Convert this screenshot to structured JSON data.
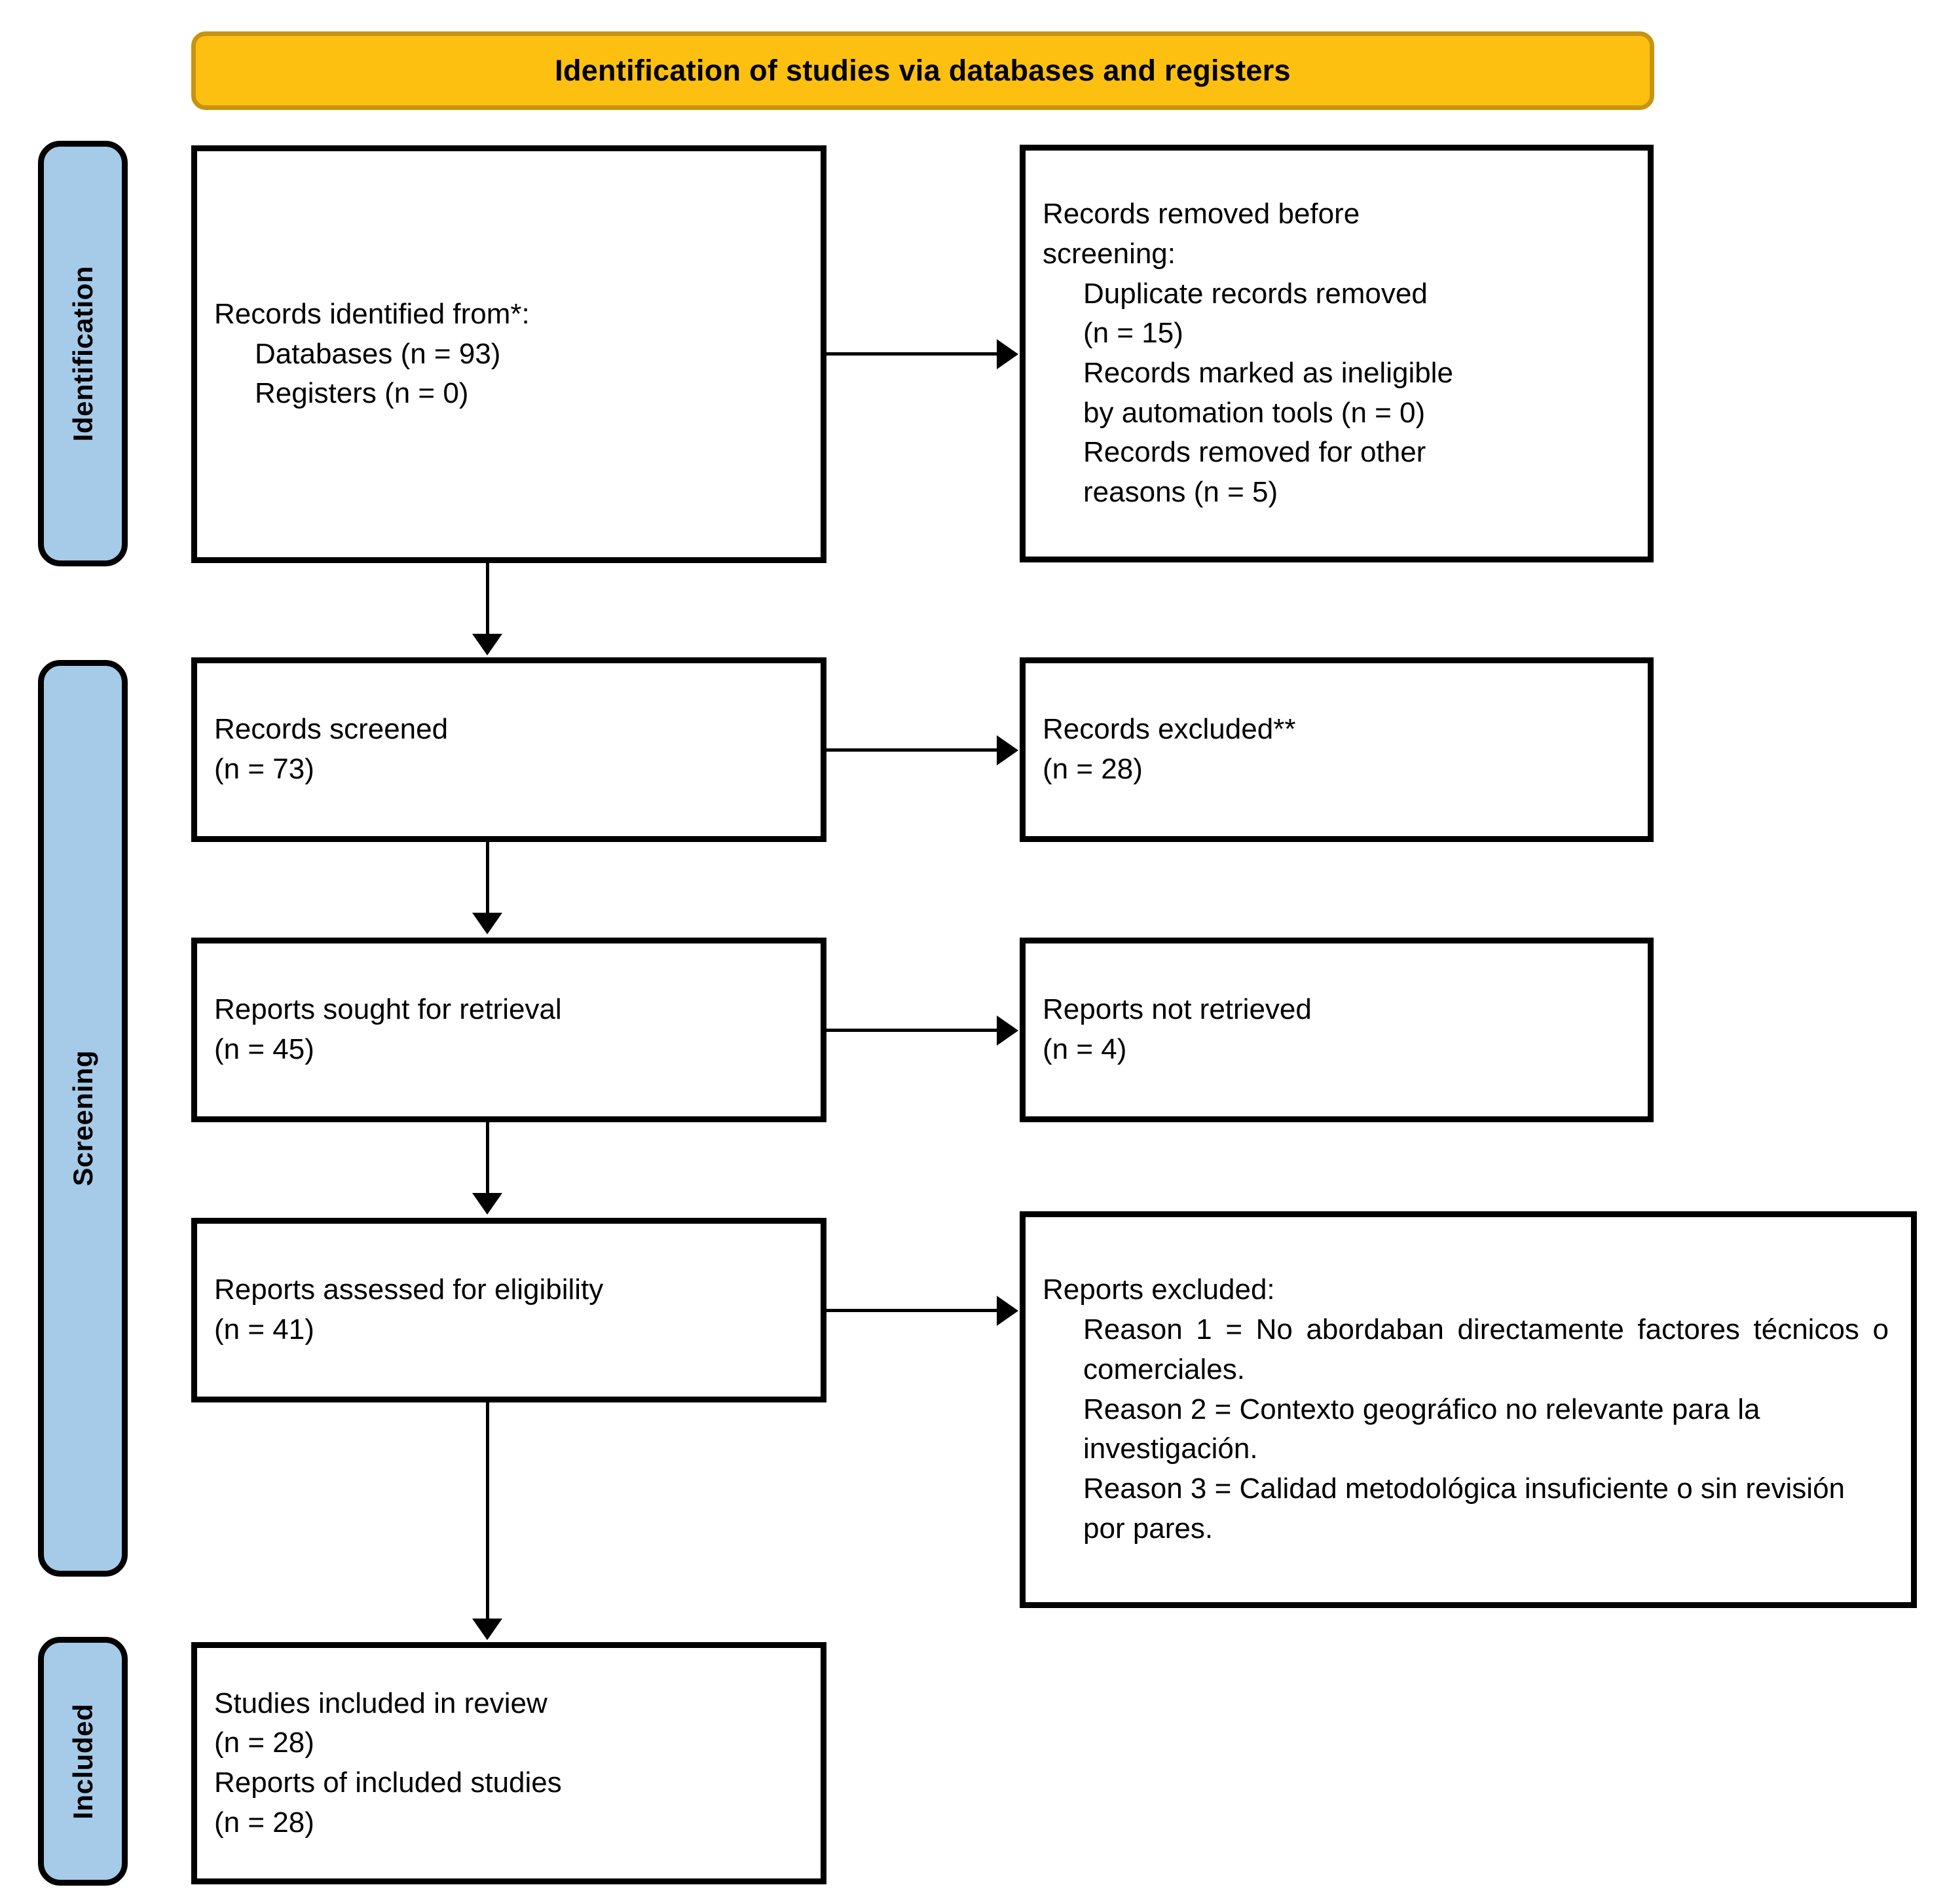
{
  "header": {
    "title": "Identification of studies via databases and registers",
    "fill_color": "#FDC010",
    "border_color": "#C79411"
  },
  "stages": [
    {
      "key": "identification",
      "label": "Identification",
      "fill_color": "#A6CBE9"
    },
    {
      "key": "screening",
      "label": "Screening",
      "fill_color": "#A6CBE9"
    },
    {
      "key": "included",
      "label": "Included",
      "fill_color": "#A6CBE9"
    }
  ],
  "boxes": {
    "records_identified": {
      "line1": "Records identified from*:",
      "line2": "Databases (n = 93)",
      "line3": "Registers (n = 0)"
    },
    "records_removed": {
      "line1": "Records removed before",
      "line2": "screening:",
      "line3": "Duplicate records removed",
      "line4": "(n = 15)",
      "line5": "Records marked as ineligible",
      "line6": "by automation tools (n = 0)",
      "line7": "Records removed for other",
      "line8": "reasons (n = 5)"
    },
    "records_screened": {
      "line1": "Records screened",
      "line2": "(n = 73)"
    },
    "records_excluded": {
      "line1": "Records excluded**",
      "line2": "(n = 28)"
    },
    "reports_sought": {
      "line1": "Reports sought for retrieval",
      "line2": "(n = 45)"
    },
    "reports_not_retrieved": {
      "line1": "Reports not retrieved",
      "line2": "(n = 4)"
    },
    "reports_assessed": {
      "line1": "Reports assessed for eligibility",
      "line2": "(n = 41)"
    },
    "reports_excluded": {
      "title": "Reports excluded:",
      "reason1": "Reason 1 = No abordaban directamente factores técnicos o comerciales.",
      "reason2": "Reason 2 = Contexto geográfico no relevante para la investigación.",
      "reason3": "Reason 3 = Calidad metodológica insuficiente o sin revisión por pares."
    },
    "studies_included": {
      "line1": "Studies included in review",
      "line2": "(n = 28)",
      "line3": "Reports of included studies",
      "line4": "(n = 28)"
    }
  },
  "chart_data": {
    "type": "diagram",
    "title": "Identification of studies via databases and registers",
    "nodes": [
      {
        "id": "records_identified",
        "stage": "Identification",
        "label": "Records identified from*",
        "counts": {
          "Databases": 93,
          "Registers": 0
        }
      },
      {
        "id": "records_removed",
        "stage": "Identification",
        "label": "Records removed before screening",
        "counts": {
          "Duplicate records removed": 15,
          "Records marked as ineligible by automation tools": 0,
          "Records removed for other reasons": 5
        }
      },
      {
        "id": "records_screened",
        "stage": "Screening",
        "label": "Records screened",
        "n": 73
      },
      {
        "id": "records_excluded",
        "stage": "Screening",
        "label": "Records excluded**",
        "n": 28
      },
      {
        "id": "reports_sought",
        "stage": "Screening",
        "label": "Reports sought for retrieval",
        "n": 45
      },
      {
        "id": "reports_not_retrieved",
        "stage": "Screening",
        "label": "Reports not retrieved",
        "n": 4
      },
      {
        "id": "reports_assessed",
        "stage": "Screening",
        "label": "Reports assessed for eligibility",
        "n": 41
      },
      {
        "id": "reports_excluded",
        "stage": "Screening",
        "label": "Reports excluded",
        "reasons": [
          "Reason 1 = No abordaban directamente factores técnicos o comerciales.",
          "Reason 2 = Contexto geográfico no relevante para la investigación.",
          "Reason 3 = Calidad metodológica insuficiente o sin revisión por pares."
        ]
      },
      {
        "id": "studies_included",
        "stage": "Included",
        "label": "Studies included in review",
        "counts": {
          "Studies included in review": 28,
          "Reports of included studies": 28
        }
      }
    ],
    "edges": [
      {
        "from": "records_identified",
        "to": "records_removed",
        "direction": "right"
      },
      {
        "from": "records_identified",
        "to": "records_screened",
        "direction": "down"
      },
      {
        "from": "records_screened",
        "to": "records_excluded",
        "direction": "right"
      },
      {
        "from": "records_screened",
        "to": "reports_sought",
        "direction": "down"
      },
      {
        "from": "reports_sought",
        "to": "reports_not_retrieved",
        "direction": "right"
      },
      {
        "from": "reports_sought",
        "to": "reports_assessed",
        "direction": "down"
      },
      {
        "from": "reports_assessed",
        "to": "reports_excluded",
        "direction": "right"
      },
      {
        "from": "reports_assessed",
        "to": "studies_included",
        "direction": "down"
      }
    ]
  }
}
